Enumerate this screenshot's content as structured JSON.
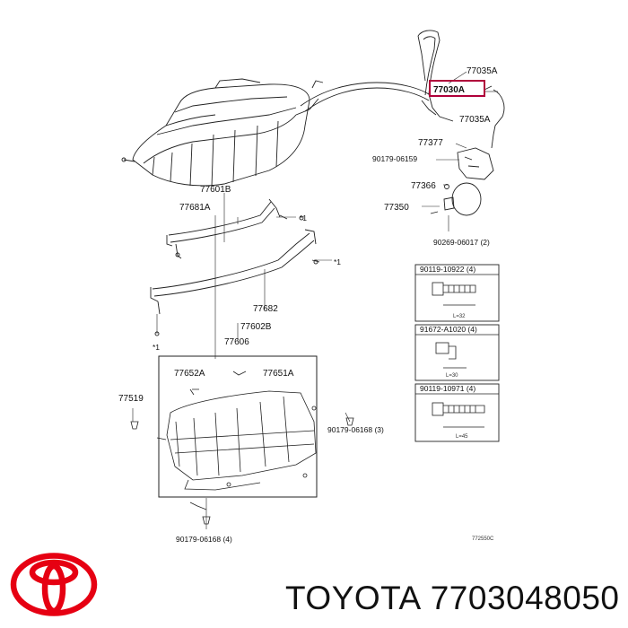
{
  "diagram": {
    "part_labels": {
      "p77035A_top": "77035A",
      "p77030A": "77030A",
      "p77035A_mid": "77035A",
      "p77377": "77377",
      "p90179_06159": "90179-06159",
      "p77366": "77366",
      "p77350": "77350",
      "p90269_06017": "90269-06017 (2)",
      "p77601B": "77601B",
      "p77681A": "77681A",
      "p77682": "77682",
      "p77602B": "77602B",
      "p77606": "77606",
      "p77652A": "77652A",
      "p77651A": "77651A",
      "p77519": "77519",
      "p90179_06168_3": "90179-06168 (3)",
      "p90179_06168_4": "90179-06168 (4)",
      "star1": "*1",
      "star2": "*1",
      "star3": "*1"
    },
    "inset_headers": {
      "h1": "90119-10922 (4)",
      "h2": "91672-A1020 (4)",
      "h3": "90119-10971 (4)"
    },
    "inset_dims": {
      "d1": "L=32",
      "d2": "L=30",
      "d3": "L=45"
    },
    "drawing_code": "772550C",
    "highlighted_part": "77030A"
  },
  "brand": {
    "name": "TOYOTA",
    "part_number": "7703048050",
    "logo_color": "#e60012"
  }
}
